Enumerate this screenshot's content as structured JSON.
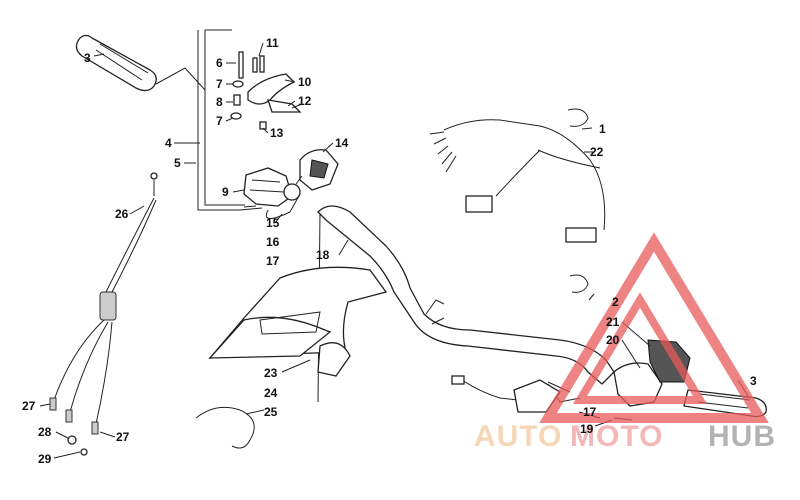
{
  "callouts": {
    "p1": "1",
    "p2": "2",
    "p3a": "3",
    "p3b": "3",
    "p4": "4",
    "p5": "5",
    "p6": "6",
    "p7a": "7",
    "p7b": "7",
    "p8": "8",
    "p9": "9",
    "p10": "10",
    "p11": "11",
    "p12": "12",
    "p13": "13",
    "p14": "14",
    "p15": "15",
    "p16": "16",
    "p17a": "17",
    "p17b": "17",
    "p18": "18",
    "p19": "19",
    "p20": "20",
    "p21": "21",
    "p22": "22",
    "p23": "23",
    "p24": "24",
    "p25": "25",
    "p26": "26",
    "p27a": "27",
    "p27b": "27",
    "p28": "28",
    "p29": "29"
  },
  "watermark": {
    "word_auto": "AUTO",
    "word_moto": "MOTO",
    "word_hub": "HUB",
    "color_auto": "#f2c9a0",
    "color_moto": "#f0a0a0",
    "color_hub": "#9a9a9a",
    "triangle_color": "#e85a5a"
  }
}
